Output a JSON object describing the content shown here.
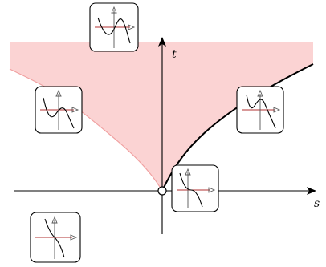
{
  "axes": {
    "x_label": "s",
    "y_label": "t"
  },
  "insets": [
    {
      "id": "top",
      "curve": "two-turning-points"
    },
    {
      "id": "left",
      "curve": "two-turning-points"
    },
    {
      "id": "right",
      "curve": "two-turning-points"
    },
    {
      "id": "center",
      "curve": "inflection-horizontal"
    },
    {
      "id": "bottom-left",
      "curve": "monotone"
    }
  ],
  "colors": {
    "region": "#fbd3d3",
    "region_edge": "#f0a0a0",
    "curve": "#000000"
  }
}
